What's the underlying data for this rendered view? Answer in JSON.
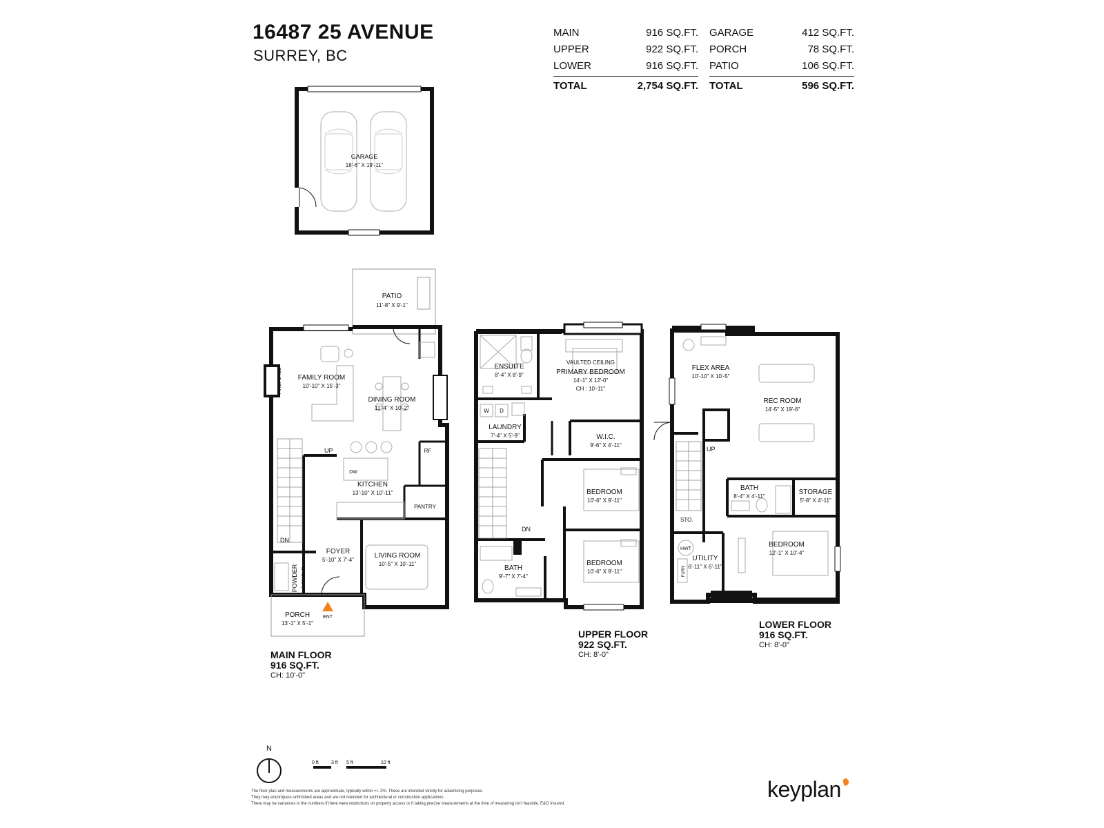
{
  "header": {
    "address": "16487 25 AVENUE",
    "city": "SURREY, BC"
  },
  "area_summary": {
    "living": [
      {
        "label": "MAIN",
        "value": "916 SQ.FT."
      },
      {
        "label": "UPPER",
        "value": "922 SQ.FT."
      },
      {
        "label": "LOWER",
        "value": "916 SQ.FT."
      }
    ],
    "living_total": {
      "label": "TOTAL",
      "value": "2,754 SQ.FT."
    },
    "other": [
      {
        "label": "GARAGE",
        "value": "412 SQ.FT."
      },
      {
        "label": "PORCH",
        "value": "78 SQ.FT."
      },
      {
        "label": "PATIO",
        "value": "106 SQ.FT."
      }
    ],
    "other_total": {
      "label": "TOTAL",
      "value": "596 SQ.FT."
    }
  },
  "garage": {
    "name": "GARAGE",
    "dims": "18'-6\" X 19'-11\""
  },
  "main_floor": {
    "label": "MAIN FLOOR",
    "area": "916 SQ.FT.",
    "ceiling": "CH: 10'-0\"",
    "rooms": {
      "patio": {
        "name": "PATIO",
        "dims": "11'-8\" X 9'-1\""
      },
      "family": {
        "name": "FAMILY ROOM",
        "dims": "10'-10\" X 15'-3\""
      },
      "dining": {
        "name": "DINING ROOM",
        "dims": "11'-4\" X 10'-2\""
      },
      "kitchen": {
        "name": "KITCHEN",
        "dims": "13'-10\" X 10'-11\""
      },
      "foyer": {
        "name": "FOYER",
        "dims": "5'-10\" X 7'-4\""
      },
      "living": {
        "name": "LIVING ROOM",
        "dims": "10'-5\" X 10'-11\""
      },
      "porch": {
        "name": "PORCH",
        "dims": "13'-1\" X 5'-1\""
      },
      "powder": {
        "name": "POWDER",
        "dims": "4'-9\"X5'-4\""
      }
    },
    "labels": {
      "fireplace": "FIREPLACE",
      "up": "UP",
      "dn": "DN",
      "pantry": "PANTRY",
      "rf": "RF",
      "dw": "DW",
      "ent": "ENT"
    }
  },
  "upper_floor": {
    "label": "UPPER FLOOR",
    "area": "922 SQ.FT.",
    "ceiling": "CH: 8'-0\"",
    "rooms": {
      "ensuite": {
        "name": "ENSUITE",
        "dims": "8'-4\" X 8'-9\""
      },
      "primary": {
        "name": "PRIMARY BEDROOM",
        "dims": "14'-1\" X 12'-0\"",
        "note": "VAULTED CEILING",
        "ch": "CH : 10'-11\""
      },
      "laundry": {
        "name": "LAUNDRY",
        "dims": "7'-4\" X 5'-9\""
      },
      "wic": {
        "name": "W.I.C.",
        "dims": "9'-6\" X 4'-11\""
      },
      "bed1": {
        "name": "BEDROOM",
        "dims": "10'-6\" X 9'-11\""
      },
      "bed2": {
        "name": "BEDROOM",
        "dims": "10'-6\" X 9'-11\""
      },
      "bath": {
        "name": "BATH",
        "dims": "9'-7\" X 7'-4\""
      }
    },
    "labels": {
      "w": "W",
      "d": "D",
      "dn": "DN"
    }
  },
  "lower_floor": {
    "label": "LOWER FLOOR",
    "area": "916 SQ.FT.",
    "ceiling": "CH: 8'-0\"",
    "rooms": {
      "flex": {
        "name": "FLEX AREA",
        "dims": "10'-10\" X 10'-5\""
      },
      "rec": {
        "name": "REC ROOM",
        "dims": "14'-5\" X 19'-6\""
      },
      "bath": {
        "name": "BATH",
        "dims": "8'-4\" X 4'-11\""
      },
      "storage": {
        "name": "STORAGE",
        "dims": "5'-8\" X 4'-11\""
      },
      "bedroom": {
        "name": "BEDROOM",
        "dims": "12'-1\" X 10'-4\""
      },
      "utility": {
        "name": "UTILITY",
        "dims": "6'-11\" X 6'-11\""
      }
    },
    "labels": {
      "up": "UP",
      "sto": "STO.",
      "hwt": "HWT",
      "furn": "FURN"
    }
  },
  "legend": {
    "north": "N",
    "scale": [
      "0 ft",
      "3 ft",
      "5 ft",
      "10 ft"
    ]
  },
  "disclaimer": [
    "The floor plan and measurements are approximate, typically within +/- 2%. These are intended strictly for advertising purposes.",
    "They may encompass unfinished areas and are not intended for architectural or construction applications.",
    "There may be variances in the numbers if there were restrictions on property access or if taking precise measurements at the time of measuring isn't feasible. E&O insured."
  ],
  "brand": {
    "name": "keyplan",
    "accent": "#f5821f"
  }
}
